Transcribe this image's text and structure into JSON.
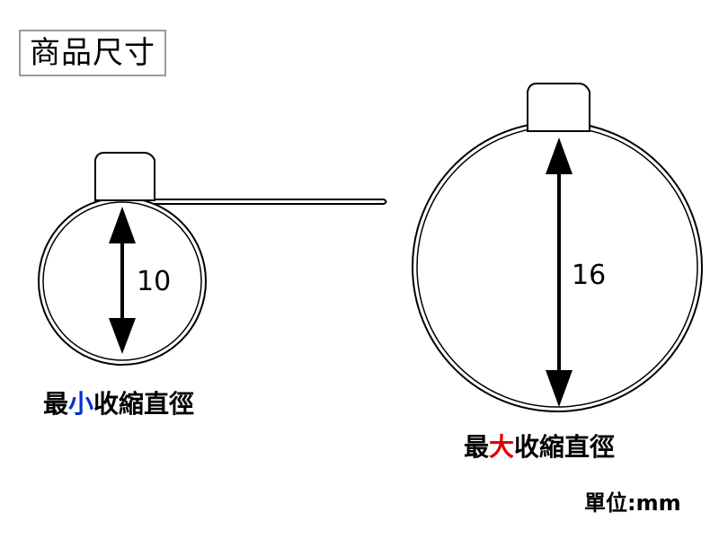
{
  "title": "商品尺寸",
  "diagram": {
    "small": {
      "value_label": "10",
      "caption_prefix": "最",
      "caption_highlight": "小",
      "caption_suffix": "收縮直徑"
    },
    "large": {
      "value_label": "16",
      "caption_prefix": "最",
      "caption_highlight": "大",
      "caption_suffix": "收縮直徑"
    },
    "unit_label": "單位:mm"
  },
  "colors": {
    "line": "#000000",
    "title_border": "#9a9a9a",
    "highlight_small": "#0033cc",
    "highlight_large": "#e00000"
  }
}
